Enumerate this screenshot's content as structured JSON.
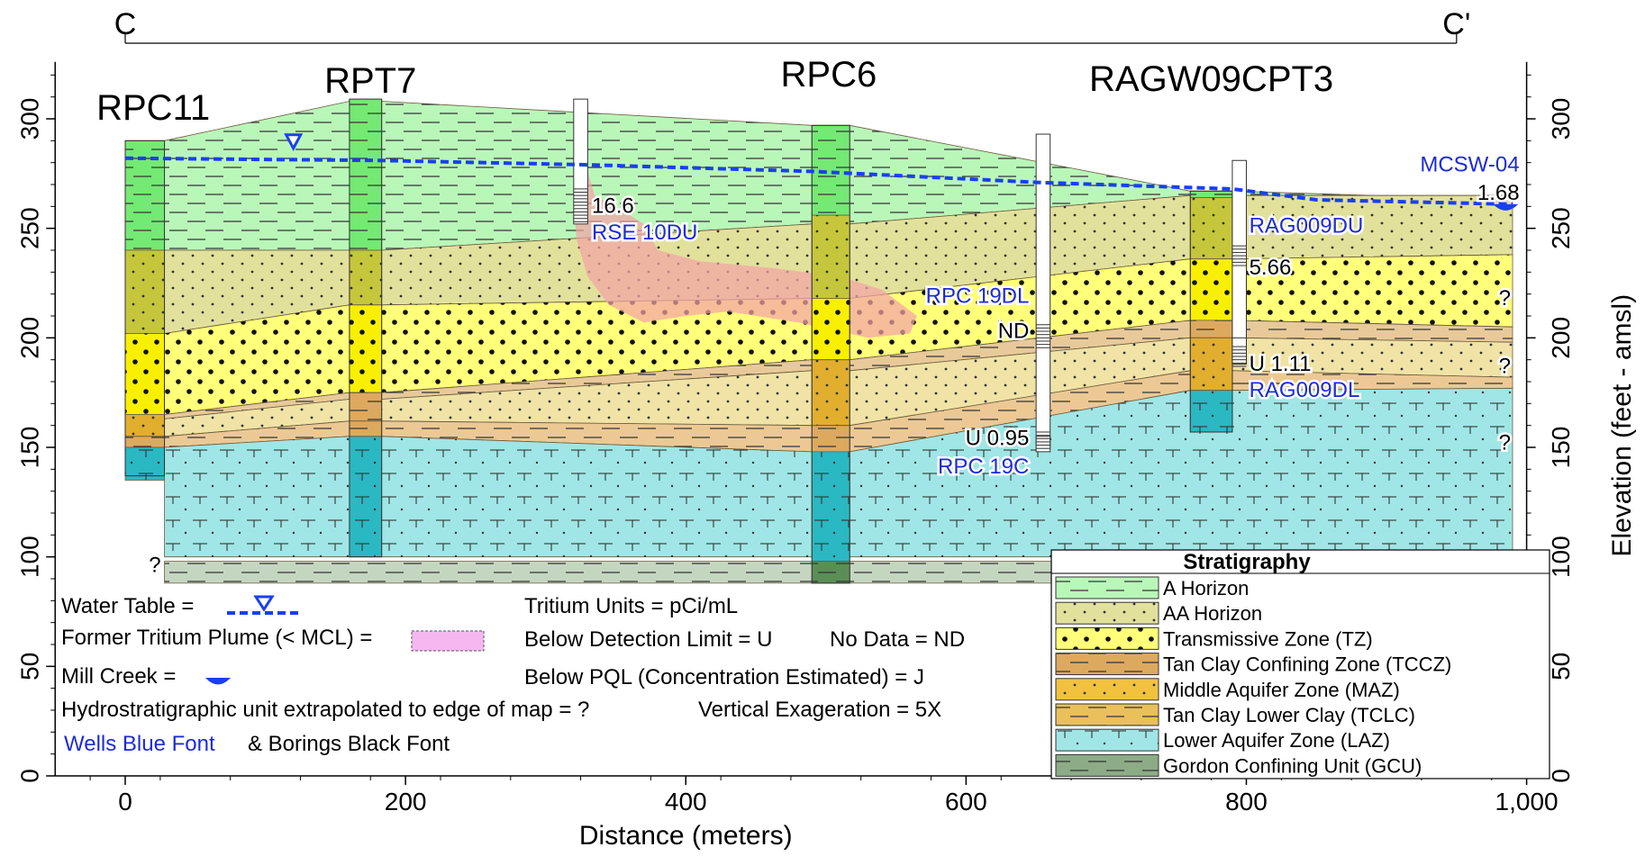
{
  "section": {
    "start_label": "C",
    "end_label": "C'"
  },
  "axes": {
    "xlabel": "Distance  (meters)",
    "ylabel": "Elevation  (feet - amsl)",
    "x_ticks": [
      "0",
      "200",
      "400",
      "600",
      "800",
      "1,000"
    ],
    "y_ticks": [
      "0",
      "50",
      "100",
      "150",
      "200",
      "250",
      "300"
    ]
  },
  "borings": {
    "rpc11": "RPC11",
    "rpt7": "RPT7",
    "rpc6": "RPC6",
    "ragw09cpt3": "RAGW09CPT3"
  },
  "wells": {
    "rse10du": {
      "name": "RSE 10DU",
      "value": "16.6"
    },
    "rpc19dl": {
      "name": "RPC 19DL",
      "value": "ND"
    },
    "rpc19c": {
      "name": "RPC 19C",
      "value": "U 0.95"
    },
    "rag009du": {
      "name": "RAG009DU",
      "value": "5.66"
    },
    "rag009dl": {
      "name": "RAG009DL",
      "value": "U 1.11"
    },
    "mcsw04": {
      "name": "MCSW-04",
      "value": "1.68"
    }
  },
  "unknown_marks": {
    "q": "?"
  },
  "notes": {
    "water_table": "Water Table =",
    "former_plume": "Former Tritium Plume (< MCL) =",
    "mill_creek": "Mill Creek =",
    "extrapolated": "Hydrostratigraphic unit extrapolated to edge of map = ?",
    "tritium_units": "Tritium Units = pCi/mL",
    "below_detection": "Below Detection Limit = U",
    "no_data": "No Data = ND",
    "below_pql": "Below PQL (Concentration Estimated) = J",
    "vertical_exag": "Vertical Exageration = 5X",
    "wells_blue": "Wells Blue Font",
    "borings_black": "& Borings Black Font"
  },
  "legend": {
    "title": "Stratigraphy",
    "items": [
      {
        "label": "A Horizon",
        "color": "#b9f7b9"
      },
      {
        "label": "AA Horizon",
        "color": "#e2e19c"
      },
      {
        "label": "Transmissive Zone (TZ)",
        "color": "#ffff7a"
      },
      {
        "label": "Tan Clay Confining Zone (TCCZ)",
        "color": "#dda95f"
      },
      {
        "label": "Middle Aquifer Zone (MAZ)",
        "color": "#f2c23f"
      },
      {
        "label": "Tan Clay Lower Clay (TCLC)",
        "color": "#e9c05a"
      },
      {
        "label": "Lower Aquifer Zone (LAZ)",
        "color": "#a0e6e6"
      },
      {
        "label": "Gordon Confining Unit (GCU)",
        "color": "#8cab86"
      }
    ]
  },
  "colors": {
    "a_horizon": "#b9f7b9",
    "a_horizon_col": "#74e974",
    "aa_horizon": "#e2e19c",
    "aa_horizon_col": "#c6c63c",
    "tz": "#ffff7a",
    "tz_col": "#f8f000",
    "tccz": "#e8c99a",
    "tccz_col": "#dda95f",
    "maz": "#f0e3a5",
    "maz_col": "#e1ae2e",
    "tclc": "#ecc894",
    "laz": "#a0e6e6",
    "laz_col": "#2ab8c2",
    "gcu": "#c5d6c0",
    "gcu_col": "#5b8e56",
    "plume": "#f2a4a6",
    "water": "#1a3ff0",
    "well_text": "#1d2bd8"
  }
}
